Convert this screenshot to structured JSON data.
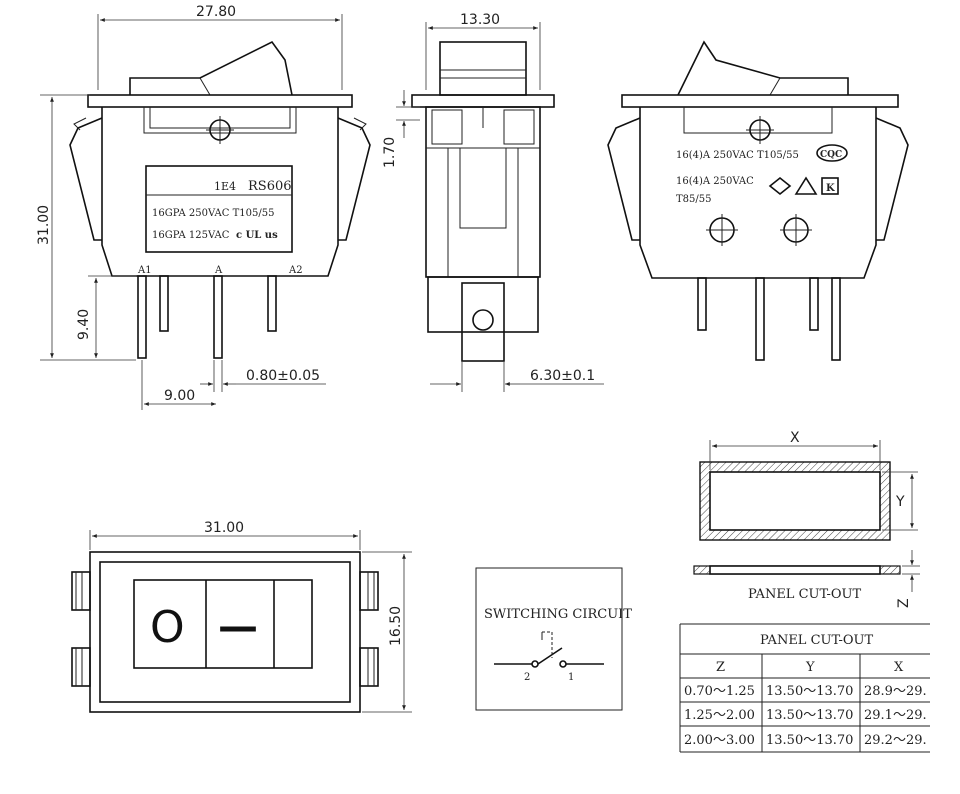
{
  "dims": {
    "width_top": "27.80",
    "height": "31.00",
    "pin_length": "9.40",
    "pin_width": "0.80±0.05",
    "pin_spacing": "9.00",
    "side_width": "13.30",
    "side_step": "1.70",
    "tab_width": "6.30±0.1",
    "bottom_width": "31.00",
    "bottom_height": "16.50"
  },
  "front_label": {
    "code": "1E4",
    "model": "RS606",
    "rating1": "16GPA  250VAC   T105/55",
    "rating2": "16GPA  125VAC",
    "cert": "c UL us",
    "pins": [
      "A1",
      "A",
      "A2"
    ]
  },
  "back_label": {
    "rating1": "16(4)A   250VAC   T105/55",
    "rating2": "16(4)A  250VAC",
    "rating3": "T85/55",
    "cqc": "CQC",
    "kc": "K"
  },
  "symbols": {
    "off": "O",
    "on": "—"
  },
  "circuit": {
    "title": "SWITCHING CIRCUIT",
    "pin2": "2",
    "pin1": "1"
  },
  "cutout": {
    "title": "PANEL CUT-OUT",
    "x": "X",
    "y": "Y",
    "z": "Z"
  },
  "table": {
    "title": "PANEL CUT-OUT",
    "headers": [
      "Z",
      "Y",
      "X"
    ],
    "rows": [
      [
        "0.70～1.25",
        "13.50～13.70",
        "28.9～29."
      ],
      [
        "1.25～2.00",
        "13.50～13.70",
        "29.1～29."
      ],
      [
        "2.00～3.00",
        "13.50～13.70",
        "29.2～29."
      ]
    ]
  }
}
